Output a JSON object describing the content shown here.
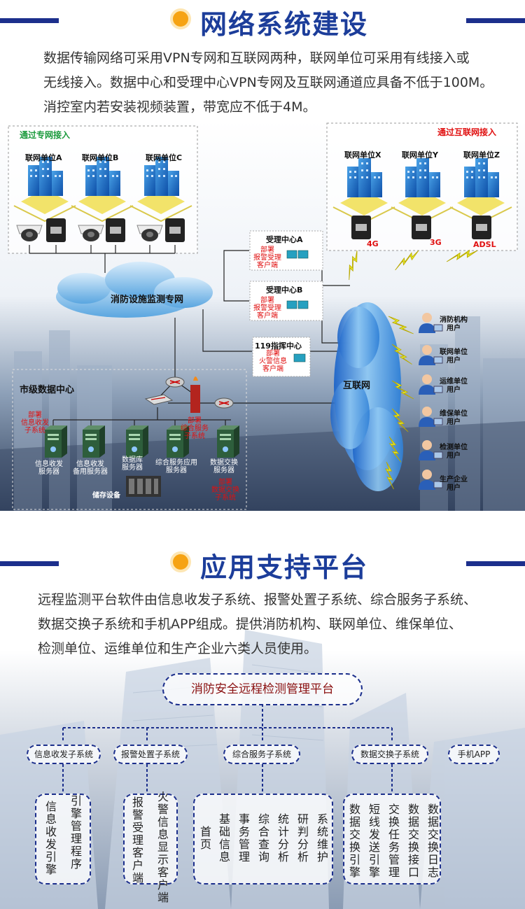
{
  "section1": {
    "title": "网络系统建设",
    "lines": [
      "数据传输网络可采用VPN专网和互联网两种，联网单位可采用有线接入或",
      "无线接入。数据中心和受理中心VPN专网及互联网通道应具备不低于100M。",
      "消控室内若安装视频装置，带宽应不低于4M。"
    ]
  },
  "network": {
    "private_label": "通过专网接入",
    "internet_label": "通过互联网接入",
    "private_units": [
      "联网单位A",
      "联网单位B",
      "联网单位C"
    ],
    "internet_units": [
      "联网单位X",
      "联网单位Y",
      "联网单位Z"
    ],
    "links": [
      "4G",
      "3G",
      "ADSL"
    ],
    "private_cloud": "消防设施监测专网",
    "internet_cloud": "互联网",
    "centers": [
      {
        "name": "受理中心A",
        "note": [
          "部署",
          "报警受理",
          "客户端"
        ]
      },
      {
        "name": "受理中心B",
        "note": [
          "部署",
          "报警受理",
          "客户端"
        ]
      },
      {
        "name": "119指挥中心",
        "note": [
          "部署",
          "火警信息",
          "客户端"
        ]
      }
    ],
    "data_center": "市级数据中心",
    "dc_notes": {
      "left": [
        "部署",
        "信息收发",
        "子系统"
      ],
      "mid": [
        "部署",
        "综合服务",
        "子系统"
      ],
      "right": [
        "部署",
        "数据交换",
        "子系统"
      ]
    },
    "servers": [
      [
        "信息收发",
        "服务器"
      ],
      [
        "信息收发",
        "备用服务器"
      ],
      [
        "数据库",
        "服务器"
      ],
      [
        "综合服务应用",
        "服务器"
      ],
      [
        "数据交换",
        "服务器"
      ]
    ],
    "storage": "储存设备",
    "users": [
      [
        "消防机构",
        "用户"
      ],
      [
        "联网单位",
        "用户"
      ],
      [
        "运维单位",
        "用户"
      ],
      [
        "维保单位",
        "用户"
      ],
      [
        "检测单位",
        "用户"
      ],
      [
        "生产企业",
        "用户"
      ]
    ]
  },
  "section2": {
    "title": "应用支持平台",
    "lines": [
      "远程监测平台软件由信息收发子系统、报警处置子系统、综合服务子系统、",
      "数据交换子系统和手机APP组成。提供消防机构、联网单位、维保单位、",
      "检测单位、运维单位和生产企业六类人员使用。"
    ]
  },
  "platform": {
    "root": "消防安全远程检测管理平台",
    "subsystems": [
      "信息收发子系统",
      "报警处置子系统",
      "综合服务子系统",
      "数据交换子系统",
      "手机APP"
    ],
    "modules": [
      [
        "信息收发引擎",
        "引擎管理程序"
      ],
      [
        "报警受理客户端",
        "火警信息显示客户端"
      ],
      [
        "首页",
        "基础信息",
        "事务管理",
        "综合查询",
        "统计分析",
        "研判分析",
        "系统维护"
      ],
      [
        "数据交换引擎",
        "短线发送引擎",
        "交换任务管理",
        "数据交换接口",
        "数据交换日志"
      ]
    ]
  },
  "colors": {
    "accent_blue": "#1c3d9a",
    "bar_navy": "#1c2f8c",
    "orange_dot": "#f6a313",
    "alert_red": "#e01010",
    "bolt_yellow": "#e8ee2a"
  }
}
